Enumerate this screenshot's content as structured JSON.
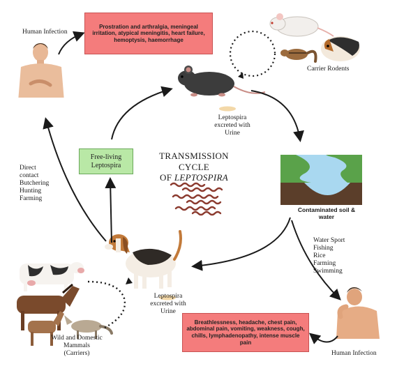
{
  "title": {
    "line1": "TRANSMISSION CYCLE",
    "line2_prefix": "OF ",
    "line2_italic": "LEPTOSPIRA"
  },
  "labels": {
    "human_infection_top": "Human Infection",
    "human_infection_bottom": "Human Infection",
    "carrier_rodents": "Carrier Rodents",
    "leptospira_urine_top": [
      "Leptospira",
      "excreted with",
      "Urine"
    ],
    "leptospira_urine_bottom": [
      "Leptospira",
      "excreted with",
      "Urine"
    ],
    "contaminated": [
      "Contaminated soil &",
      "water"
    ],
    "free_living": [
      "Free-living",
      "Leptospira"
    ],
    "wild_domestic": [
      "Wild and Domestic",
      "Mammals",
      "(Carriers)"
    ],
    "direct_contact": [
      "Direct",
      "contact",
      "Butchering",
      "Hunting",
      "Farming"
    ],
    "water_activities": [
      "Water Sport",
      "Fishing",
      "Rice",
      "Farming",
      "Swimming"
    ]
  },
  "symptoms_top": "Prostration and arthralgia, meningeal irritation, atypical meningitis, heart failure, hemoptysis, haemorrhage",
  "symptoms_bottom": "Breathlessness, headache, chest pain, abdominal pain, vomiting, weakness, cough, chills, lymphadenopathy, intense muscle pain",
  "colors": {
    "symptom_box": "#f47c7c",
    "free_living_box": "#b9e8a6",
    "water": "#a9d8f0",
    "grass": "#5aa24a",
    "soil": "#5b3e2a",
    "bacteria": "#8b3a2e"
  }
}
